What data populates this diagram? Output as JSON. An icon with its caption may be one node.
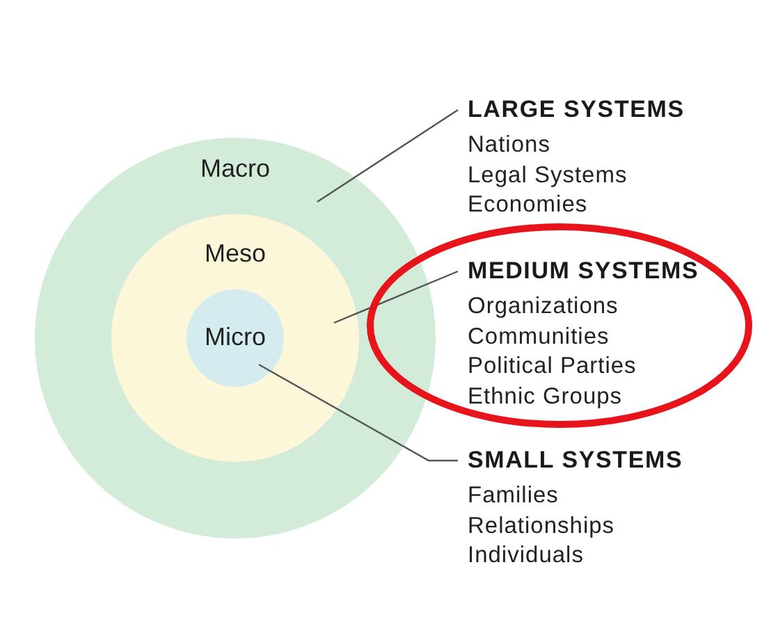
{
  "diagram": {
    "nodes": [
      {
        "text": [
          "Macro"
        ]
      },
      {
        "text": [
          "Meso"
        ],
        "in": 0
      },
      {
        "text": [
          "Micro"
        ],
        "in": 1
      },
      {
        "text": [
          "LARGE SYSTEMS",
          "Nations",
          "Legal Systems",
          "Economies"
        ]
      },
      {
        "text": [],
        "shape": "ellipse"
      },
      {
        "text": [
          "MEDIUM SYSTEMS",
          "Organizations",
          "Communities",
          "Political Parties",
          "Ethnic Groups"
        ],
        "in": 4
      },
      {
        "text": [
          "SMALL SYSTEMS",
          "Families",
          "Relationships",
          "Individuals"
        ]
      }
    ],
    "edges": [
      {
        "from": 3,
        "to": 0,
        "arrow": "none"
      },
      {
        "from": 5,
        "to": 1,
        "arrow": "none"
      },
      {
        "from": 6,
        "to": 2,
        "arrow": "none"
      }
    ]
  }
}
